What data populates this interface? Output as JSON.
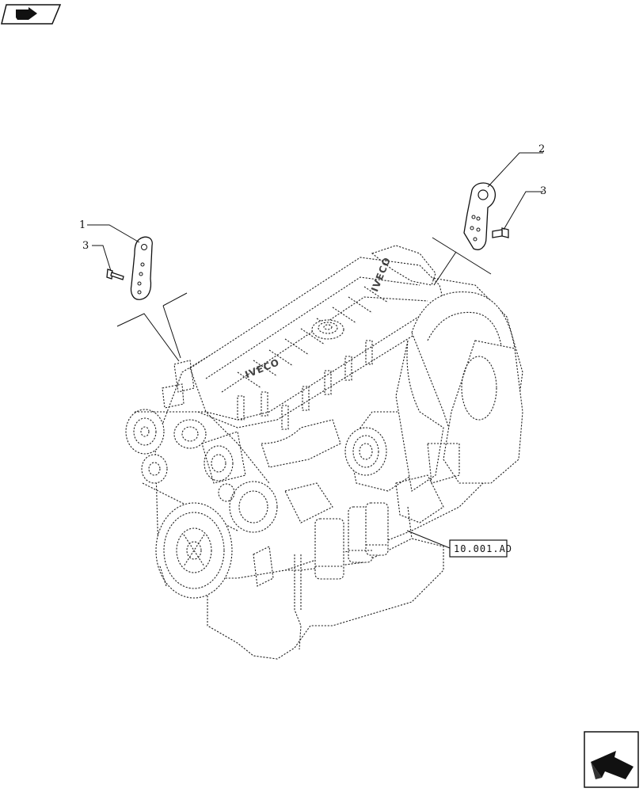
{
  "callouts": {
    "part_1": "1",
    "part_2": "2",
    "part_3_left": "3",
    "part_3_right": "3"
  },
  "reference": {
    "label": "10.001.AD"
  },
  "engine": {
    "cover_lettering": "IVECO"
  },
  "icons": {
    "top_left": "book-arrow-icon",
    "bottom_right": "next-page-arrow-icon"
  }
}
